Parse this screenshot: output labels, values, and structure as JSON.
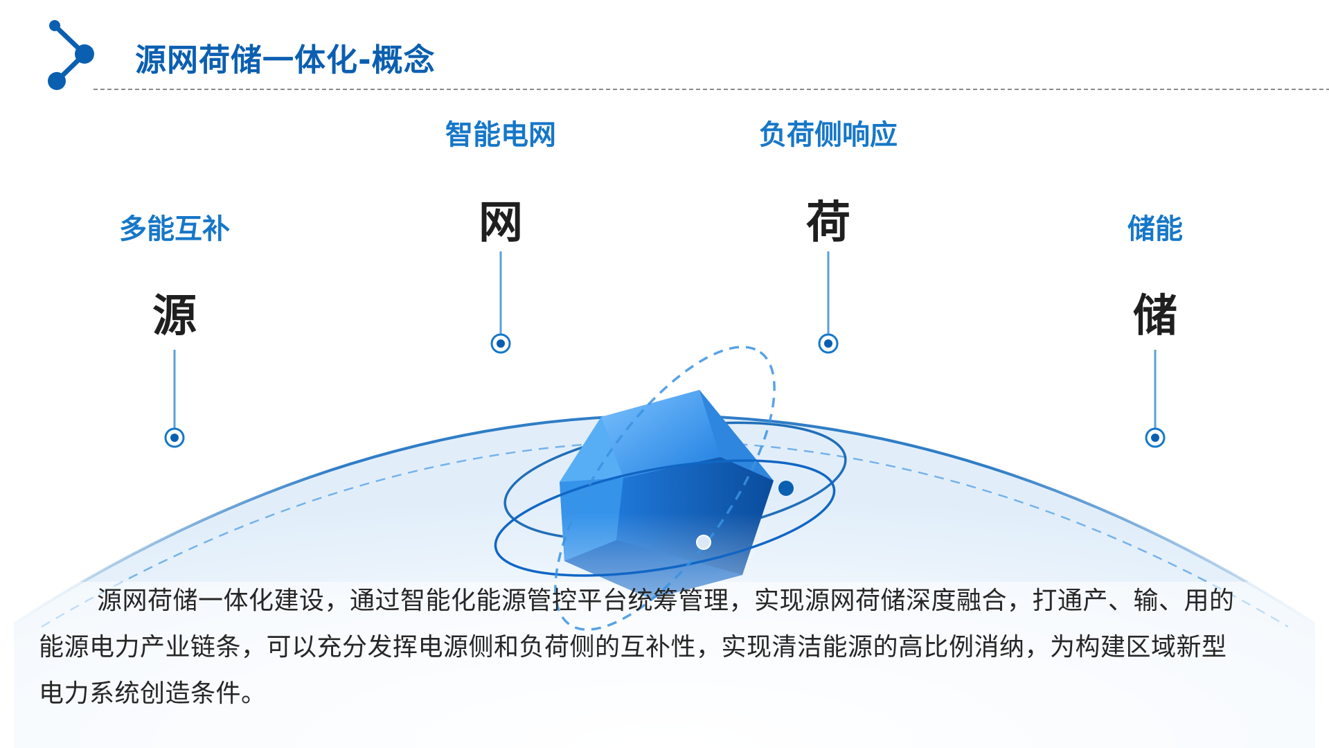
{
  "slide": {
    "title": "源网荷储一体化-概念"
  },
  "pillars": [
    {
      "label": "多能互补",
      "char": "源"
    },
    {
      "label": "智能电网",
      "char": "网"
    },
    {
      "label": "负荷侧响应",
      "char": "荷"
    },
    {
      "label": "储能",
      "char": "储"
    }
  ],
  "description": "源网荷储一体化建设，通过智能化能源管控平台统筹管理，实现源网荷储深度融合，打通产、输、用的能源电力产业链条，可以充分发挥电源侧和负荷侧的互补性，实现清洁能源的高比例消纳，为构建区域新型电力系统创造条件。",
  "colors": {
    "title": "#0b5fb0",
    "accent": "#1677c8",
    "dark_text": "#1f1f1f",
    "body_text": "#262626"
  },
  "icons": [
    "network-node-icon",
    "crystal-sphere-graphic"
  ]
}
